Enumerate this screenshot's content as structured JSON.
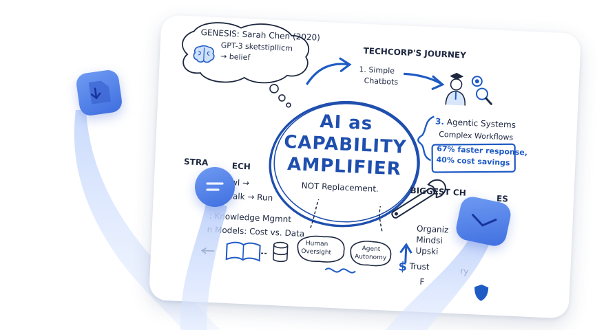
{
  "whiteboard": {
    "genesis": {
      "line1": "GENESIS: Sarah Chen (2020)",
      "line2": "GPT-3 sketstipllicm",
      "line3": "→ belief"
    },
    "journey": {
      "title": "TECHCORP'S JOURNEY",
      "step1_line1": "1. Simple",
      "step1_line2": "Chatbots"
    },
    "agentic": {
      "title_num": "3.",
      "title": "Agentic Systems",
      "subtitle": "Complex Workflows",
      "metric1": "67% faster response,",
      "metric2": "40% cost savings"
    },
    "center": {
      "line1": "AI as",
      "line2": "CAPABILITY",
      "line3": "AMPLIFIER",
      "line4": "NOT Replacement."
    },
    "strategy": {
      "title": "STRA",
      "title_tail": "ECH",
      "line1": "awl →",
      "line2": "Walk → Run",
      "line3": ": Knowledge Mgmnt",
      "line4": "n Models: Cost vs. Data"
    },
    "bottom": {
      "human1": "Human",
      "human2": "Oversight",
      "agent1": "Agent",
      "agent2": "Autonomy"
    },
    "challenges": {
      "title": "BIGGEST CH",
      "title_tail": "ES",
      "line1": "Organiz",
      "line2": "Mindsi",
      "line3": "Upski",
      "line4": "Trust",
      "line4_tail": "ry",
      "line5": "F"
    }
  },
  "colors": {
    "accent": "#1f5bc4",
    "ink": "#1d2740",
    "tile": "#4a7ae6"
  },
  "icons": [
    "brain-icon",
    "robot-icon",
    "scientist-icon",
    "wrench-icon",
    "book-icon",
    "database-icon",
    "arrow-up-icon",
    "dollar-icon",
    "shield-icon",
    "download-icon",
    "chat-icon",
    "mail-icon"
  ]
}
